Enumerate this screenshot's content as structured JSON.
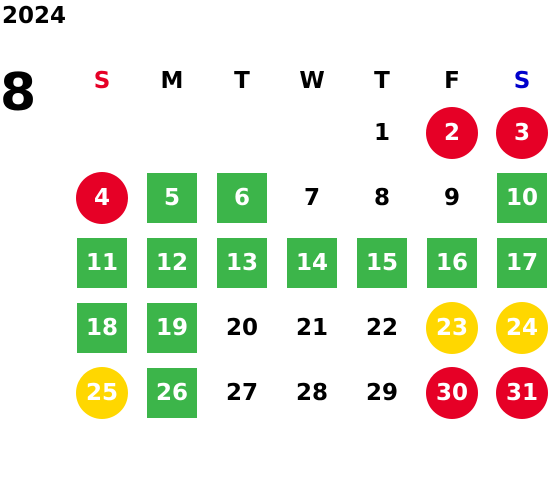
{
  "year": "2024",
  "month": "8",
  "colors": {
    "sunday_header": "#e60026",
    "saturday_header": "#0000cc",
    "weekday_header": "#000000",
    "green": "#3cb54a",
    "red": "#e60026",
    "yellow": "#ffd700"
  },
  "weekdays": [
    {
      "label": "S",
      "kind": "sunday"
    },
    {
      "label": "M",
      "kind": "weekday"
    },
    {
      "label": "T",
      "kind": "weekday"
    },
    {
      "label": "W",
      "kind": "weekday"
    },
    {
      "label": "T",
      "kind": "weekday"
    },
    {
      "label": "F",
      "kind": "weekday"
    },
    {
      "label": "S",
      "kind": "saturday"
    }
  ],
  "weeks": [
    [
      null,
      null,
      null,
      null,
      {
        "day": "1",
        "style": "normal"
      },
      {
        "day": "2",
        "style": "red"
      },
      {
        "day": "3",
        "style": "red"
      }
    ],
    [
      {
        "day": "4",
        "style": "red"
      },
      {
        "day": "5",
        "style": "green"
      },
      {
        "day": "6",
        "style": "green"
      },
      {
        "day": "7",
        "style": "normal"
      },
      {
        "day": "8",
        "style": "normal"
      },
      {
        "day": "9",
        "style": "normal"
      },
      {
        "day": "10",
        "style": "green"
      }
    ],
    [
      {
        "day": "11",
        "style": "green"
      },
      {
        "day": "12",
        "style": "green"
      },
      {
        "day": "13",
        "style": "green"
      },
      {
        "day": "14",
        "style": "green"
      },
      {
        "day": "15",
        "style": "green"
      },
      {
        "day": "16",
        "style": "green"
      },
      {
        "day": "17",
        "style": "green"
      }
    ],
    [
      {
        "day": "18",
        "style": "green"
      },
      {
        "day": "19",
        "style": "green"
      },
      {
        "day": "20",
        "style": "normal"
      },
      {
        "day": "21",
        "style": "normal"
      },
      {
        "day": "22",
        "style": "normal"
      },
      {
        "day": "23",
        "style": "yellow"
      },
      {
        "day": "24",
        "style": "yellow"
      }
    ],
    [
      {
        "day": "25",
        "style": "yellow"
      },
      {
        "day": "26",
        "style": "green"
      },
      {
        "day": "27",
        "style": "normal"
      },
      {
        "day": "28",
        "style": "normal"
      },
      {
        "day": "29",
        "style": "normal"
      },
      {
        "day": "30",
        "style": "red"
      },
      {
        "day": "31",
        "style": "red"
      }
    ]
  ]
}
